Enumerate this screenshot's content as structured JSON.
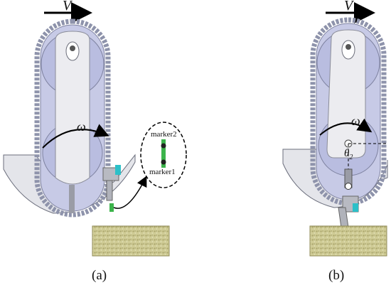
{
  "figure": {
    "velocity_symbol": "V",
    "omega_symbol": "ω",
    "theta_label": "θ",
    "theta_sub": "2",
    "marker_top": "marker2",
    "marker_bottom": "marker1",
    "caption_a": "(a)",
    "caption_b": "(b)"
  },
  "colors": {
    "chain": "#8e93ab",
    "sprocket": "#c3c7e6",
    "frame": "#d9dae0",
    "ground": "#c9c58f",
    "marker": "#3cb44b",
    "accent": "#2cc0c8"
  },
  "icons": [
    "arrow-right-icon",
    "rotation-arrow-icon",
    "sprocket-icon",
    "chain-icon",
    "marker-icon"
  ]
}
